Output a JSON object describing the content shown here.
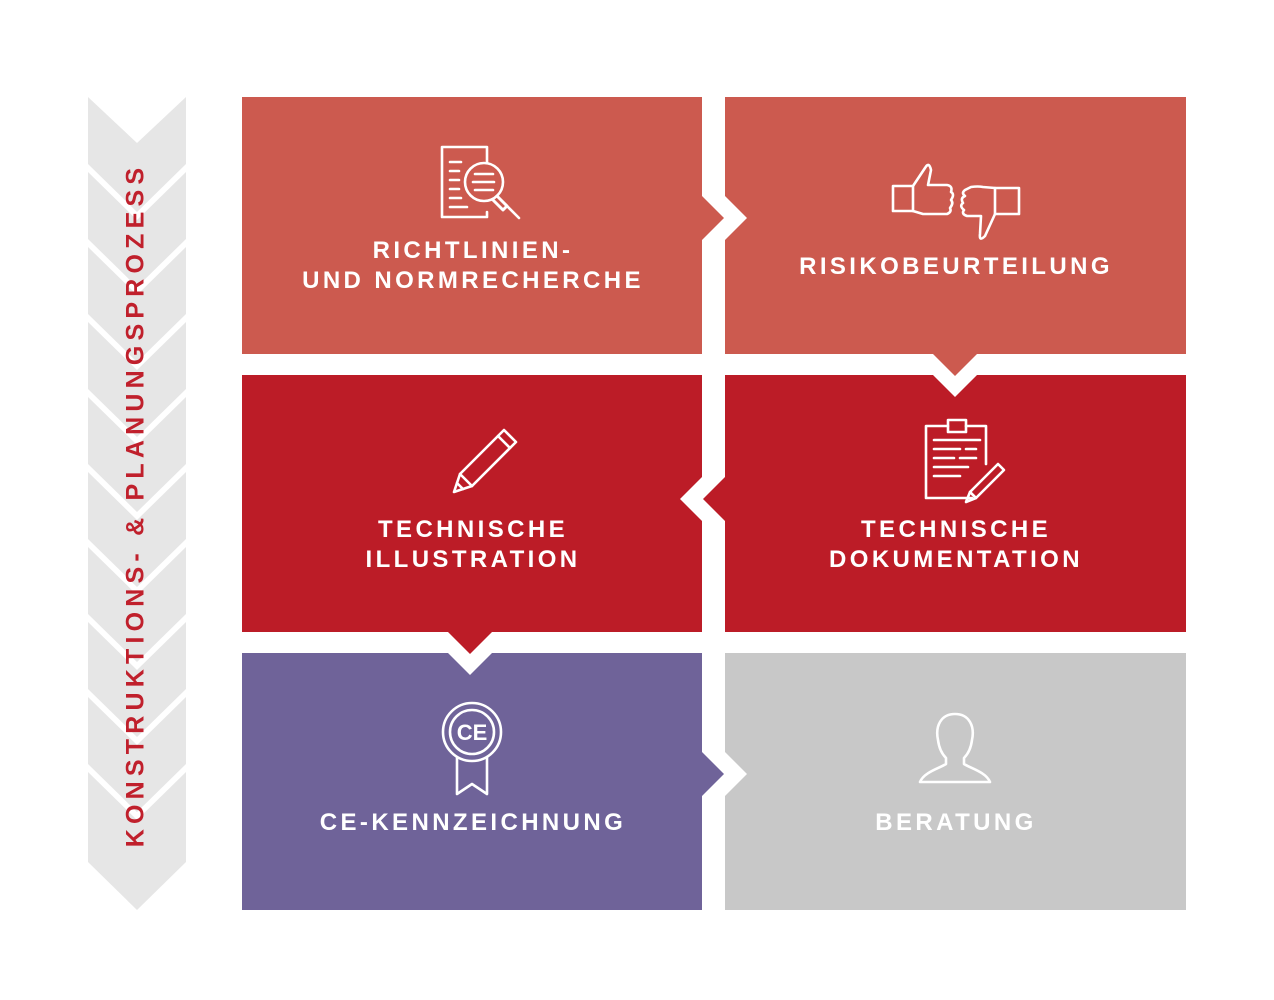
{
  "side_label": "KONSTRUKTIONS- & PLANUNGSPROZESS",
  "colors": {
    "salmon": "#cc5a4f",
    "red": "#bc1c27",
    "purple": "#6f6399",
    "gray": "#c8c8c8",
    "chevron": "#e6e6e6",
    "side_text": "#c0202c"
  },
  "tiles": [
    {
      "id": "richtlinien",
      "label": "RICHTLINIEN-\nUND NORMRECHERCHE",
      "icon": "document-search-icon",
      "color": "salmon"
    },
    {
      "id": "risiko",
      "label": "RISIKOBEURTEILUNG",
      "icon": "thumbs-up-down-icon",
      "color": "salmon"
    },
    {
      "id": "illustration",
      "label": "TECHNISCHE\nILLUSTRATION",
      "icon": "pencil-icon",
      "color": "red"
    },
    {
      "id": "dokumentation",
      "label": "TECHNISCHE\nDOKUMENTATION",
      "icon": "clipboard-pencil-icon",
      "color": "red"
    },
    {
      "id": "ce",
      "label": "CE-KENNZEICHNUNG",
      "icon": "ce-badge-icon",
      "color": "purple"
    },
    {
      "id": "beratung",
      "label": "BERATUNG",
      "icon": "person-icon",
      "color": "gray"
    }
  ],
  "ce_mark": "CE"
}
